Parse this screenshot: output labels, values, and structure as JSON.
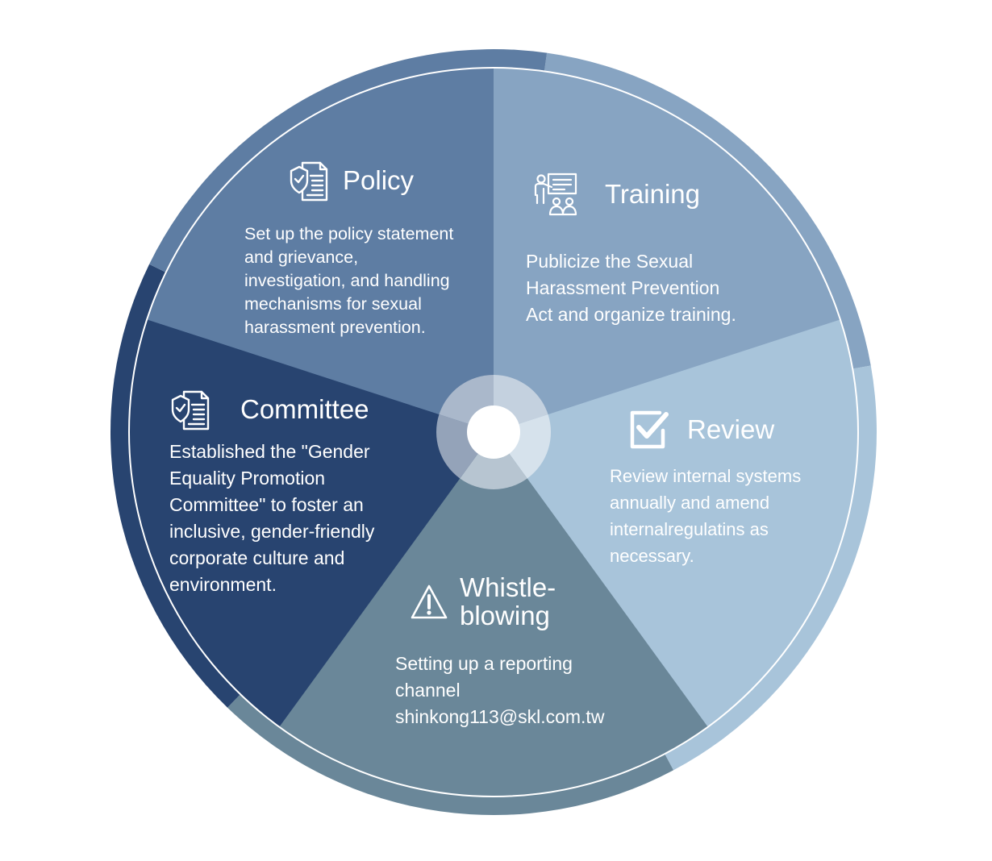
{
  "colors": {
    "policy": "#5e7da3",
    "training": "#87a4c2",
    "review": "#a8c4da",
    "whistle": "#6a8799",
    "committee": "#284470",
    "white": "#ffffff"
  },
  "segments": {
    "policy": {
      "title": "Policy",
      "icon": "document-shield-icon",
      "text": "Set up the policy statement\nand grievance,\ninvestigation, and handling\nmechanisms for sexual\nharassment prevention."
    },
    "training": {
      "title": "Training",
      "icon": "presentation-icon",
      "text": "Publicize the Sexual\nHarassment Prevention\nAct and organize training."
    },
    "review": {
      "title": "Review",
      "icon": "checkbox-icon",
      "text": "Review internal systems\nannually and amend\ninternalregulatins as\nnecessary."
    },
    "whistle": {
      "title": "Whistle-\nblowing",
      "icon": "warning-icon",
      "text": "Setting up a reporting\nchannel\nshinkong113@skl.com.tw"
    },
    "committee": {
      "title": "Committee",
      "icon": "document-shield-icon",
      "text": "Established the \"Gender\nEquality Promotion\nCommittee\" to foster an\ninclusive, gender-friendly\ncorporate culture and\nenvironment."
    }
  }
}
